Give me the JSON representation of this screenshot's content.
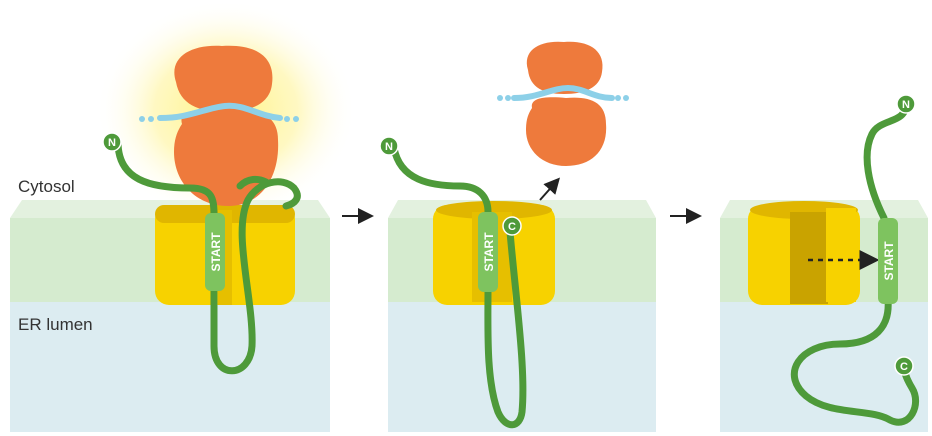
{
  "labels": {
    "cytosol": "Cytosol",
    "er_lumen": "ER lumen",
    "n_terminus": "N",
    "c_terminus": "C",
    "start_segment": "START"
  },
  "colors": {
    "membrane": "#d5ebcf",
    "membrane_top": "#e3f1df",
    "lumen": "#dcecf1",
    "translocon": "#f7d200",
    "translocon_dark": "#e0b600",
    "translocon_inner": "#c9a300",
    "ribosome": "#ee7a3c",
    "ribosome_outline": "#d96228",
    "chain": "#4e9a3a",
    "segment": "#7ec35f",
    "mrna": "#8dd0e8",
    "glow": "#fff27a",
    "arrow": "#222222"
  },
  "panels": [
    {
      "id": "ribosome-docked",
      "step": 1
    },
    {
      "id": "ribosome-released",
      "step": 2
    },
    {
      "id": "lateral-release",
      "step": 3
    }
  ],
  "icons": [
    "ribosome-icon",
    "translocon-icon",
    "mrna-icon",
    "step-arrow-icon",
    "lateral-gate-arrow-icon"
  ]
}
